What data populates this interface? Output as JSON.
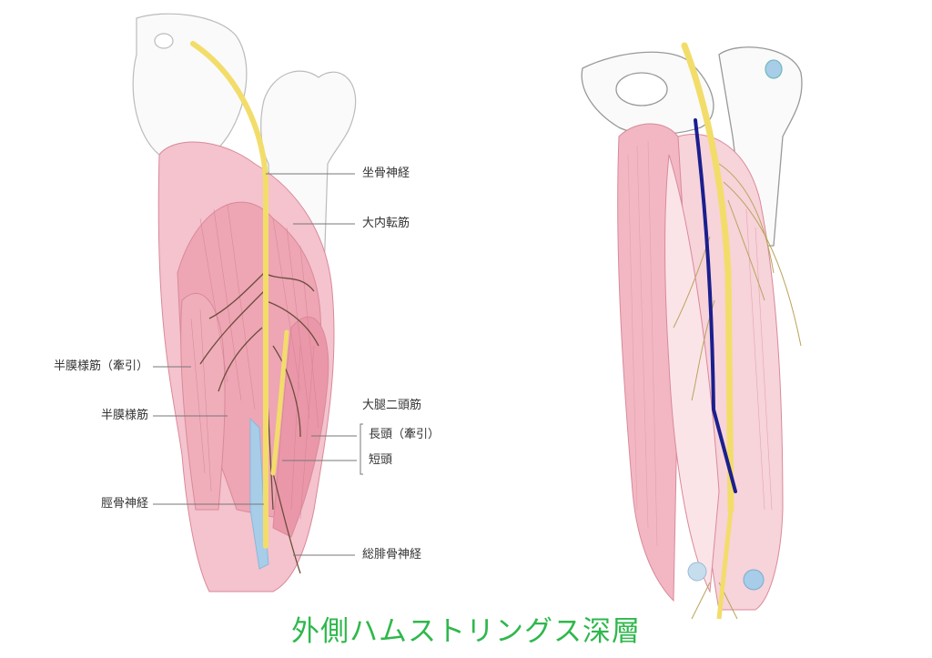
{
  "title": "外側ハムストリングス深層",
  "colors": {
    "title": "#2fb84c",
    "muscle": "#eea5b4",
    "nerve": "#f5e27a",
    "vessel": "#9cc8e6",
    "artery_line": "#1b1f8e"
  },
  "labels": {
    "sciatic_nerve": "坐骨神経",
    "adductor_magnus": "大内転筋",
    "semimembranosus_retracted": "半膜様筋（牽引）",
    "semimembranosus": "半膜様筋",
    "tibial_nerve": "脛骨神経",
    "biceps_femoris": "大腿二頭筋",
    "long_head_retracted": "長頭（牽引）",
    "short_head": "短頭",
    "common_peroneal_nerve": "総腓骨神経"
  }
}
